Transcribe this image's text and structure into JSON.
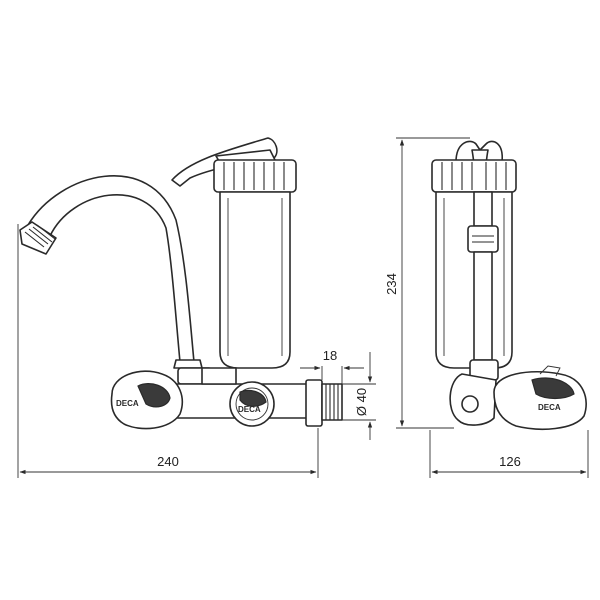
{
  "dimensions": {
    "width_front": "240",
    "height": "234",
    "thread_depth": "18",
    "thread_diameter": "Ø 40",
    "depth_side": "126"
  },
  "colors": {
    "line": "#2a2a2a",
    "background": "#ffffff"
  }
}
